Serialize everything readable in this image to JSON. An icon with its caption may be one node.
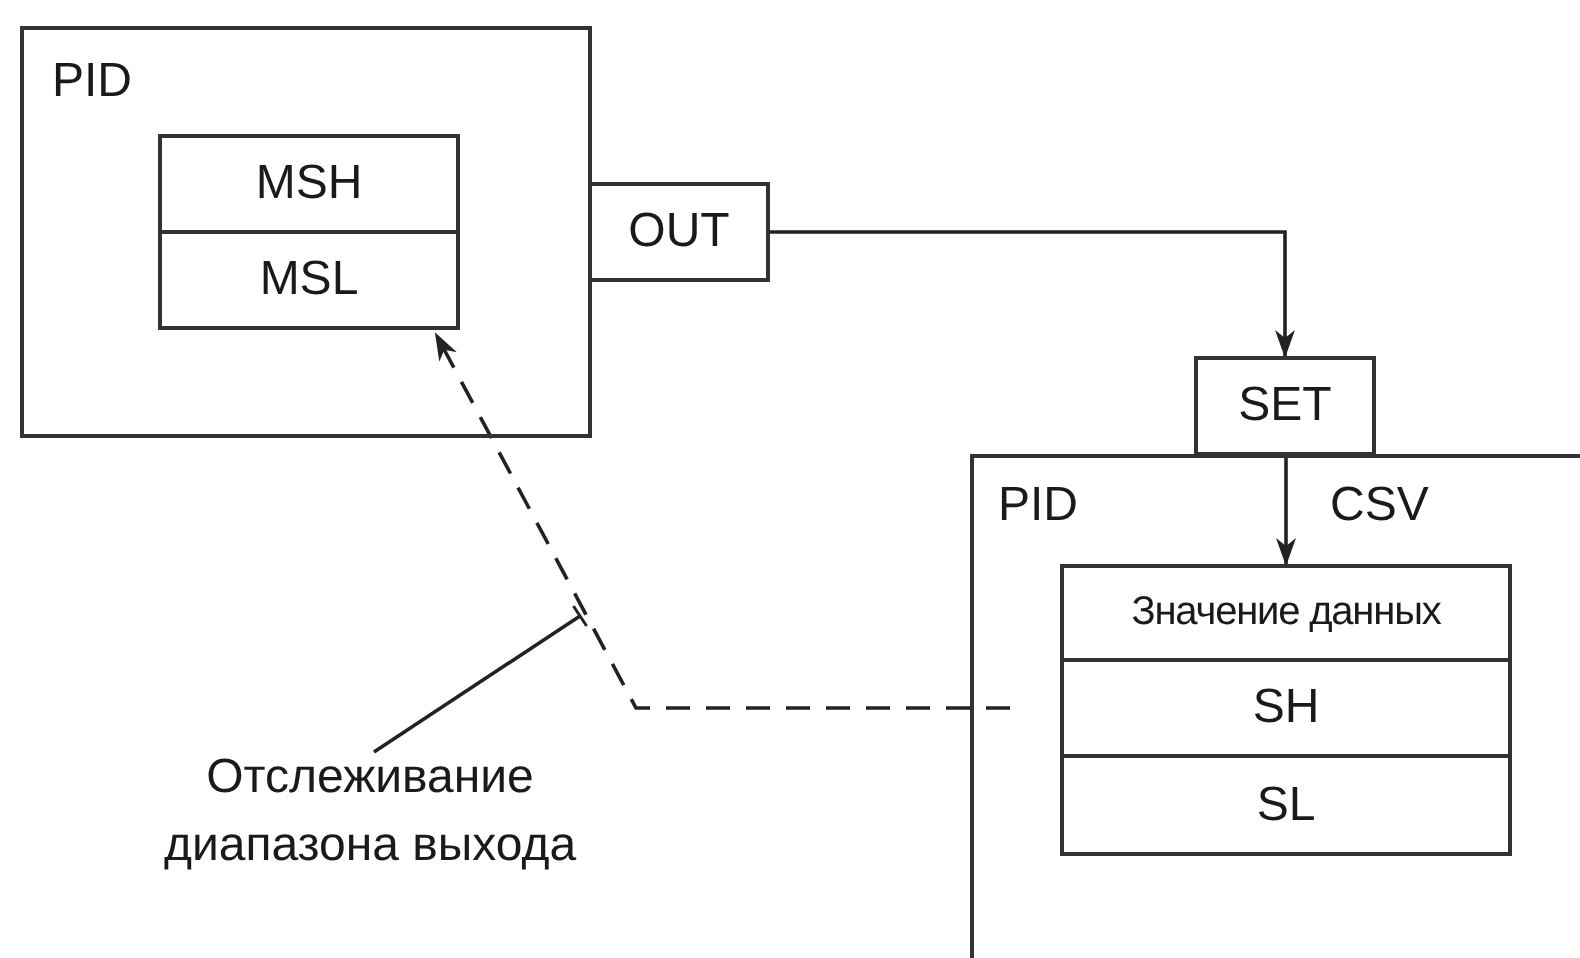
{
  "diagram": {
    "nodes": [
      {
        "text": [
          "PID"
        ]
      },
      {
        "text": [
          "MSH"
        ],
        "in": 0
      },
      {
        "text": [
          "MSL"
        ],
        "in": 0
      },
      {
        "text": [
          "OUT"
        ]
      },
      {
        "text": [
          "SET"
        ]
      },
      {
        "text": [
          "PID",
          "CSV"
        ]
      },
      {
        "text": [
          "Значение данных"
        ],
        "in": 5
      },
      {
        "text": [
          "SH"
        ],
        "in": 5
      },
      {
        "text": [
          "SL"
        ],
        "in": 5
      },
      {
        "text": [
          "Отслеживание диапазона выхода"
        ]
      }
    ],
    "edges": [
      {
        "from": 3,
        "to": 4,
        "arrow": "to"
      },
      {
        "from": 4,
        "to": 6,
        "arrow": "to"
      },
      {
        "from": 5,
        "to": 2,
        "arrow": "to",
        "style": "dashed"
      },
      {
        "from": 9,
        "to": null,
        "arrow": "other"
      }
    ]
  }
}
